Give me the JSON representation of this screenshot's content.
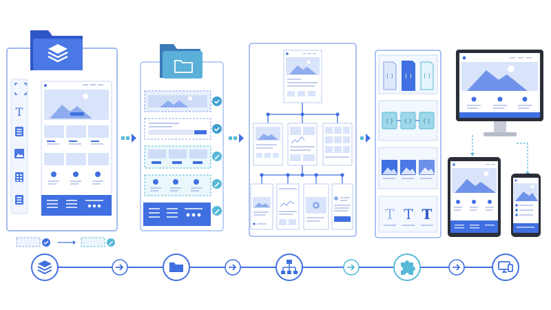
{
  "colors": {
    "primary": "#3f6fe0",
    "primary_dark": "#2f55c6",
    "light": "#cfdcf8",
    "pale": "#e6eefc",
    "teal": "#56b9d6",
    "teal_light": "#bfe6f2",
    "check": "#2c8fb8",
    "border": "#b8cbf2",
    "grey": "#c8d2e6"
  },
  "typography_glyphs": [
    "T",
    "T",
    "T"
  ],
  "sidebar_text_glyph": "T",
  "code_glyph": "{ }",
  "stages": [
    {
      "key": "design-system",
      "icon": "layers-icon"
    },
    {
      "key": "organize",
      "icon": "folder-icon"
    },
    {
      "key": "sitemap",
      "icon": "sitemap-icon"
    },
    {
      "key": "components",
      "icon": "puzzle-icon"
    },
    {
      "key": "responsive",
      "icon": "devices-icon"
    }
  ],
  "legend": [
    {
      "shape": "dashed-box",
      "status": "check-icon"
    },
    {
      "shape": "arrow"
    },
    {
      "shape": "dashed-box",
      "status": "pencil-icon"
    }
  ]
}
